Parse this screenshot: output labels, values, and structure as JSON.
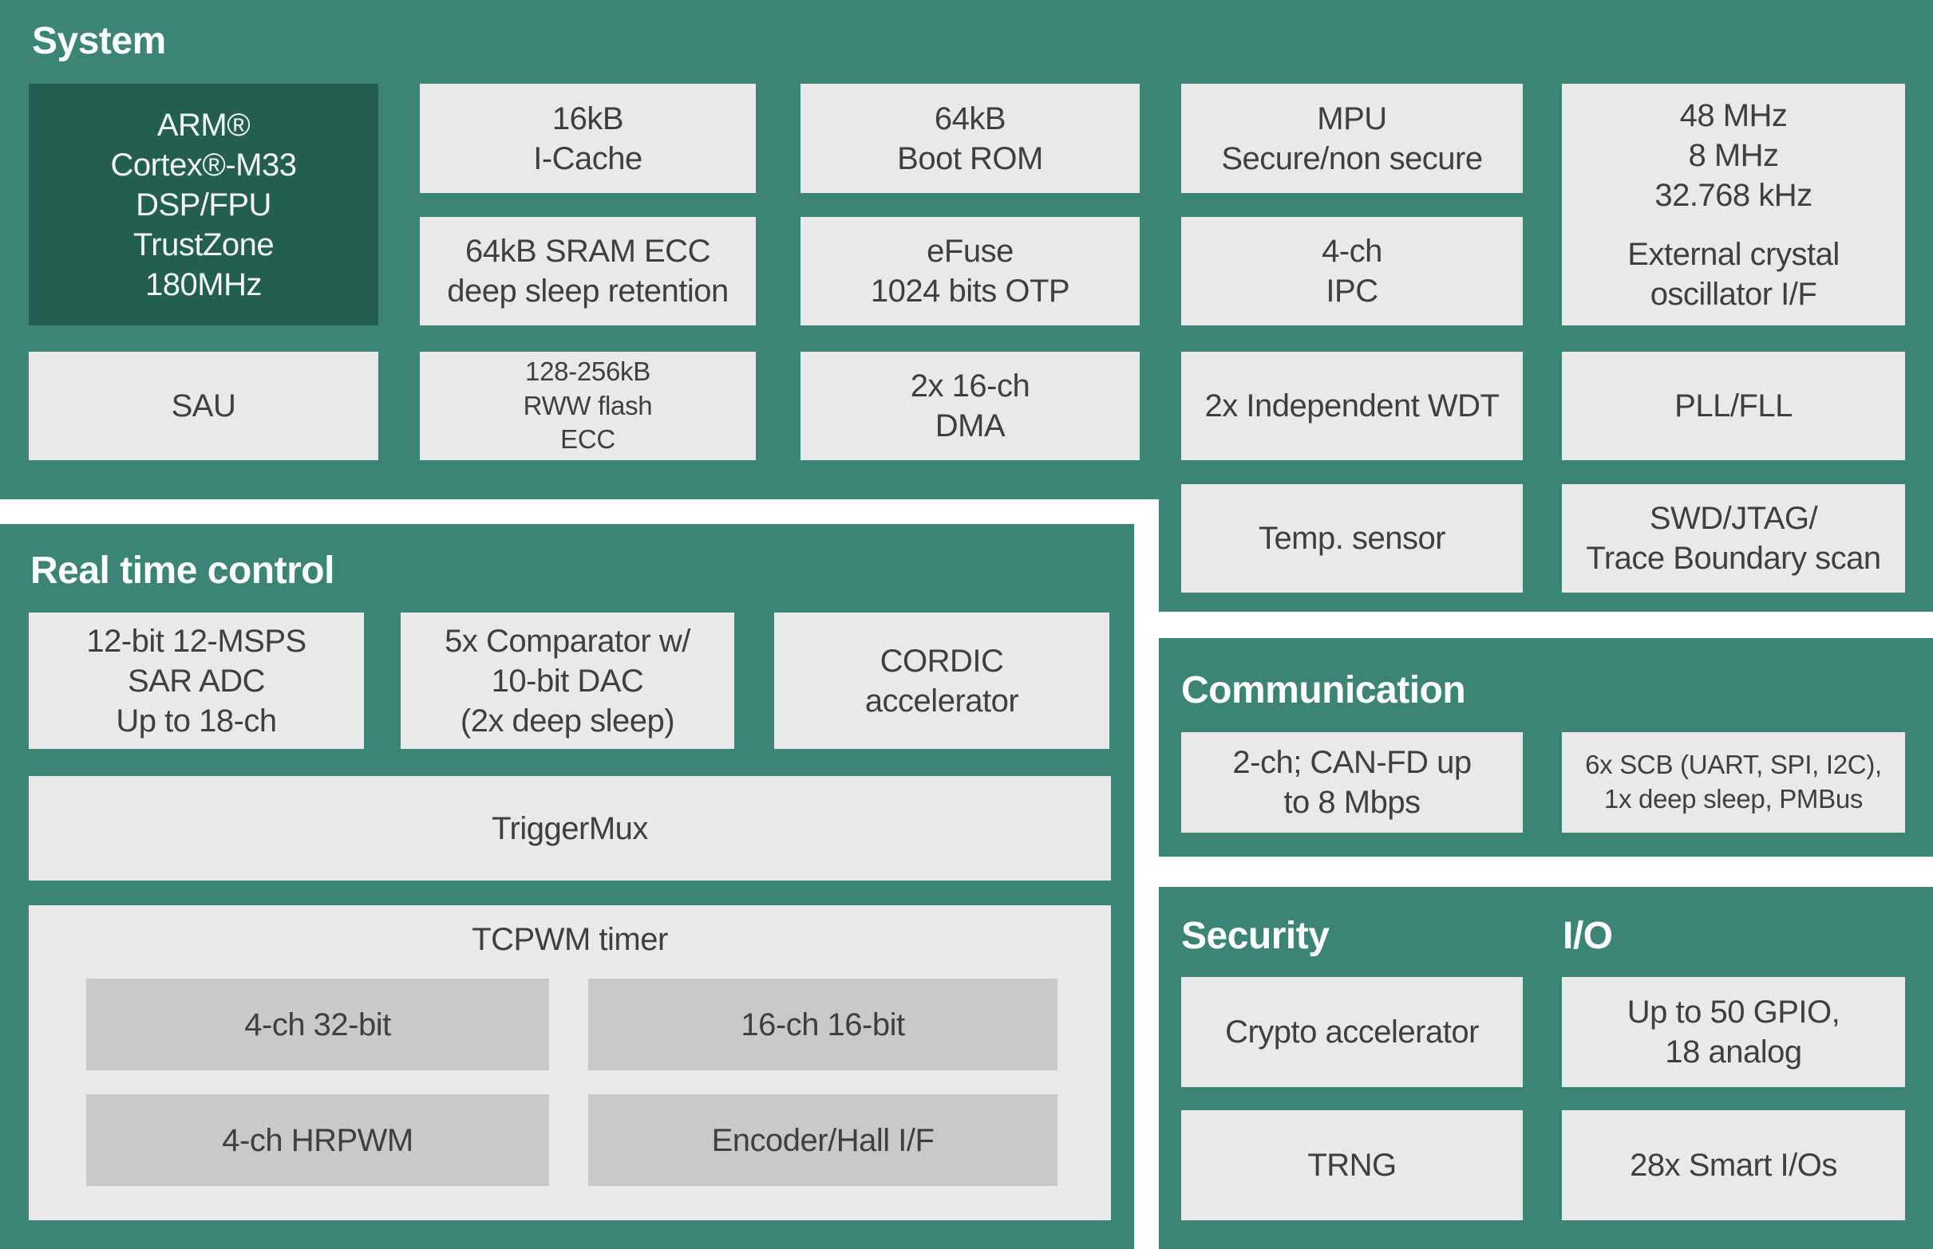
{
  "colors": {
    "teal_background": "#3B8476",
    "dark_block": "#235E51",
    "light_block": "#E9E9E9",
    "inner_block": "#C9C9C9",
    "block_text": "#3F3F3F",
    "title_text": "#FFFFFF"
  },
  "system": {
    "title": "System",
    "blocks": {
      "arm": "ARM®\nCortex®-M33\nDSP/FPU\nTrustZone\n180MHz",
      "icache": "16kB\nI-Cache",
      "boot_rom": "64kB\nBoot ROM",
      "mpu": "MPU\nSecure/non secure",
      "crystal_freqs": "48 MHz\n8 MHz\n32.768 kHz",
      "crystal_label": "External crystal\noscillator I/F",
      "sram": "64kB SRAM ECC\ndeep sleep retention",
      "efuse": "eFuse\n1024 bits OTP",
      "ipc": "4-ch\nIPC",
      "sau": "SAU",
      "rww_flash": "128-256kB\nRWW flash\nECC",
      "dma": "2x 16-ch\nDMA",
      "wdt": "2x Independent WDT",
      "pll": "PLL/FLL",
      "temp_sensor": "Temp. sensor",
      "swd_jtag": "SWD/JTAG/\nTrace Boundary scan"
    }
  },
  "real_time_control": {
    "title": "Real time control",
    "blocks": {
      "sar_adc": "12-bit 12-MSPS\nSAR ADC\nUp to 18-ch",
      "comparator": "5x Comparator w/\n10-bit DAC\n(2x deep sleep)",
      "cordic": "CORDIC\naccelerator",
      "triggermux": "TriggerMux"
    },
    "tcpwm": {
      "title": "TCPWM timer",
      "blocks": {
        "ch32": "4-ch 32-bit",
        "ch16": "16-ch 16-bit",
        "hrpwm": "4-ch HRPWM",
        "encoder": "Encoder/Hall I/F"
      }
    }
  },
  "communication": {
    "title": "Communication",
    "blocks": {
      "can_fd": "2-ch; CAN-FD up\nto 8 Mbps",
      "scb": "6x SCB (UART, SPI, I2C),\n1x deep sleep, PMBus"
    }
  },
  "security": {
    "title": "Security",
    "blocks": {
      "crypto": "Crypto accelerator",
      "trng": "TRNG"
    }
  },
  "io": {
    "title": "I/O",
    "blocks": {
      "gpio": "Up to 50 GPIO,\n18 analog",
      "smart_io": "28x Smart I/Os"
    }
  }
}
